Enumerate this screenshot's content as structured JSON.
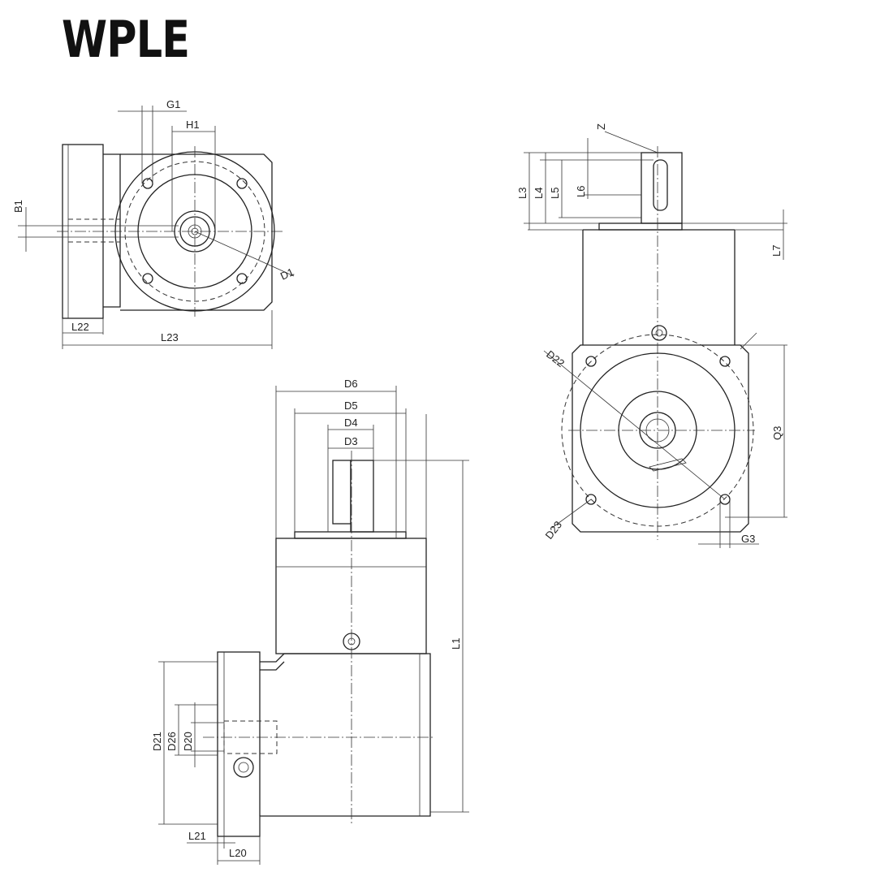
{
  "title": "WPLE",
  "labels": {
    "G1": "G1",
    "H1": "H1",
    "B1": "B1",
    "D1": "D1",
    "L22": "L22",
    "L23": "L23",
    "Z": "Z",
    "L3": "L3",
    "L4": "L4",
    "L5": "L5",
    "L6": "L6",
    "L7": "L7",
    "D22": "D22",
    "D23": "D23",
    "Q3": "Q3",
    "G3": "G3",
    "D6": "D6",
    "D5": "D5",
    "D4": "D4",
    "D3": "D3",
    "L1": "L1",
    "D21": "D21",
    "D26": "D26",
    "D20": "D20",
    "L21": "L21",
    "L20": "L20"
  }
}
